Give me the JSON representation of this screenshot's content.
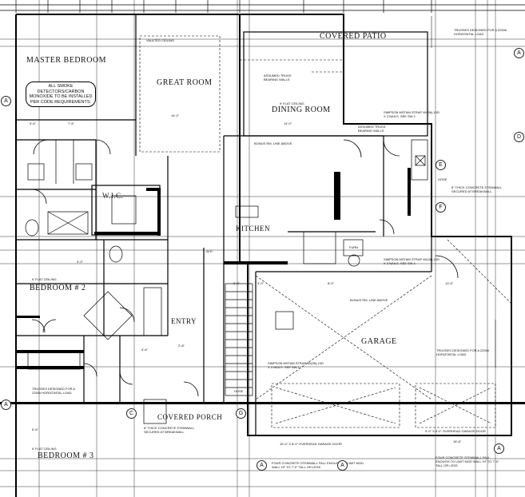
{
  "rooms": {
    "master_bedroom": "MASTER BEDROOM",
    "great_room": "GREAT ROOM",
    "dining_room": "DINING ROOM",
    "covered_patio": "COVERED PATIO",
    "wic": "W.I.C.",
    "kitchen": "KITCHEN",
    "bedroom2": "BEDROOM # 2",
    "entry": "ENTRY",
    "garage": "GARAGE",
    "covered_porch": "COVERED PORCH",
    "bedroom3": "BEDROOM # 3"
  },
  "notes": {
    "smoke": "ALL SMOKE DETECTORS/CARBON MONOXIDE TO BE INSTALLED PER CODE REQUIREMENTS.",
    "vaulted_ceiling": "VAULTED CEILING",
    "flat_ceiling": "9' FLAT CEILING",
    "trusses": "TRUSSES DESIGNED FOR A 2250# HORIZONTAL LOAD",
    "stemwall": "8\" THICK CONCRETE STEMWALL SECURED AT BREAKWALL",
    "simpson": "SIMPSON MSTAM STRAP W/(36)-10D X 3 NAILS. SEE SW-1",
    "assumed_truss": "ASSUMED TRUSS BEARING WALLS",
    "bonus": "BONUS RM. LINE ABOVE",
    "garage_door_left": "16'-0\" X 8'-0\" OVERHEAD GARAGE DOOR",
    "garage_door_right": "9'-0\" X 8'-0\" OVERHEAD GARAGE DOOR",
    "four_stemwall": "FOUR CONCRETE STEMWALL FALL ENOUGH TO LIMIT MOD WALL HT TO 7'-0\" TALL OR LESS",
    "hose": "HOSE",
    "furn": "FURN",
    "wh": "W.H."
  },
  "dims": {
    "d1": "5'-6\"",
    "d2": "7'-6\"",
    "d3": "14'-0\"",
    "d4": "4'-0\"",
    "d5": "8'-0\"",
    "d6": "3'-0\"",
    "d7": "13'-6\"",
    "d8": "18'-8\"",
    "d9": "2'-8\"",
    "d10": "4'-6\""
  },
  "tags": {
    "a": "A",
    "c": "C",
    "d": "D",
    "e": "E",
    "f": "F",
    "g": "G"
  }
}
